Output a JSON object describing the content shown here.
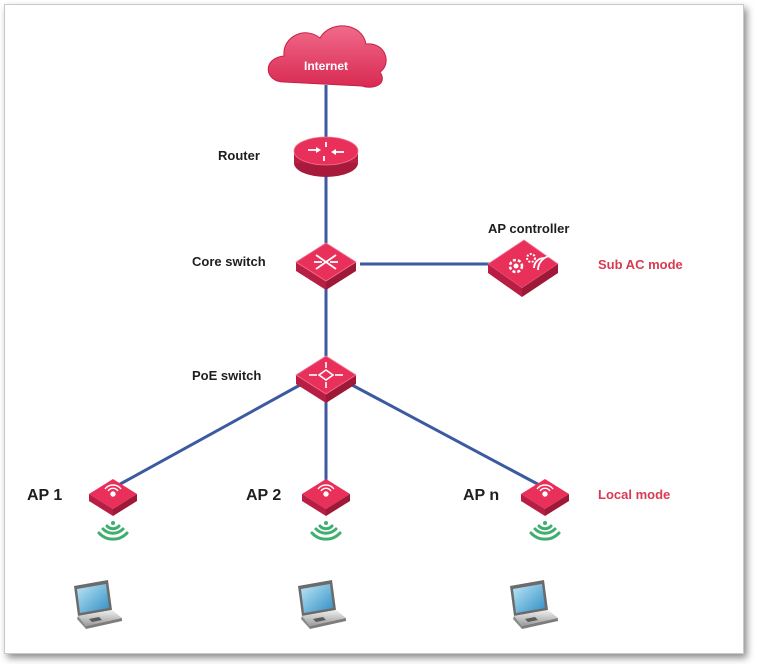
{
  "colors": {
    "device": "#e8305a",
    "device_dark": "#b81e43",
    "device_light": "#f27592",
    "link": "#3b5aa0",
    "mode_text": "#d83a52",
    "wifi": "#3fae6e"
  },
  "nodes": {
    "internet": "Internet",
    "router": "Router",
    "core_switch": "Core switch",
    "ap_controller": "AP controller",
    "poe_switch": "PoE switch"
  },
  "modes": {
    "controller_mode": "Sub AC mode",
    "ap_mode": "Local mode"
  },
  "access_points": [
    {
      "label": "AP 1"
    },
    {
      "label": "AP 2"
    },
    {
      "label": "AP n"
    }
  ],
  "icons": {
    "cloud": "cloud-icon",
    "router": "router-icon",
    "switch": "switch-icon",
    "controller": "gear-wifi-icon",
    "access_point": "access-point-icon",
    "wifi": "wifi-signal-icon",
    "client": "laptop-icon"
  }
}
